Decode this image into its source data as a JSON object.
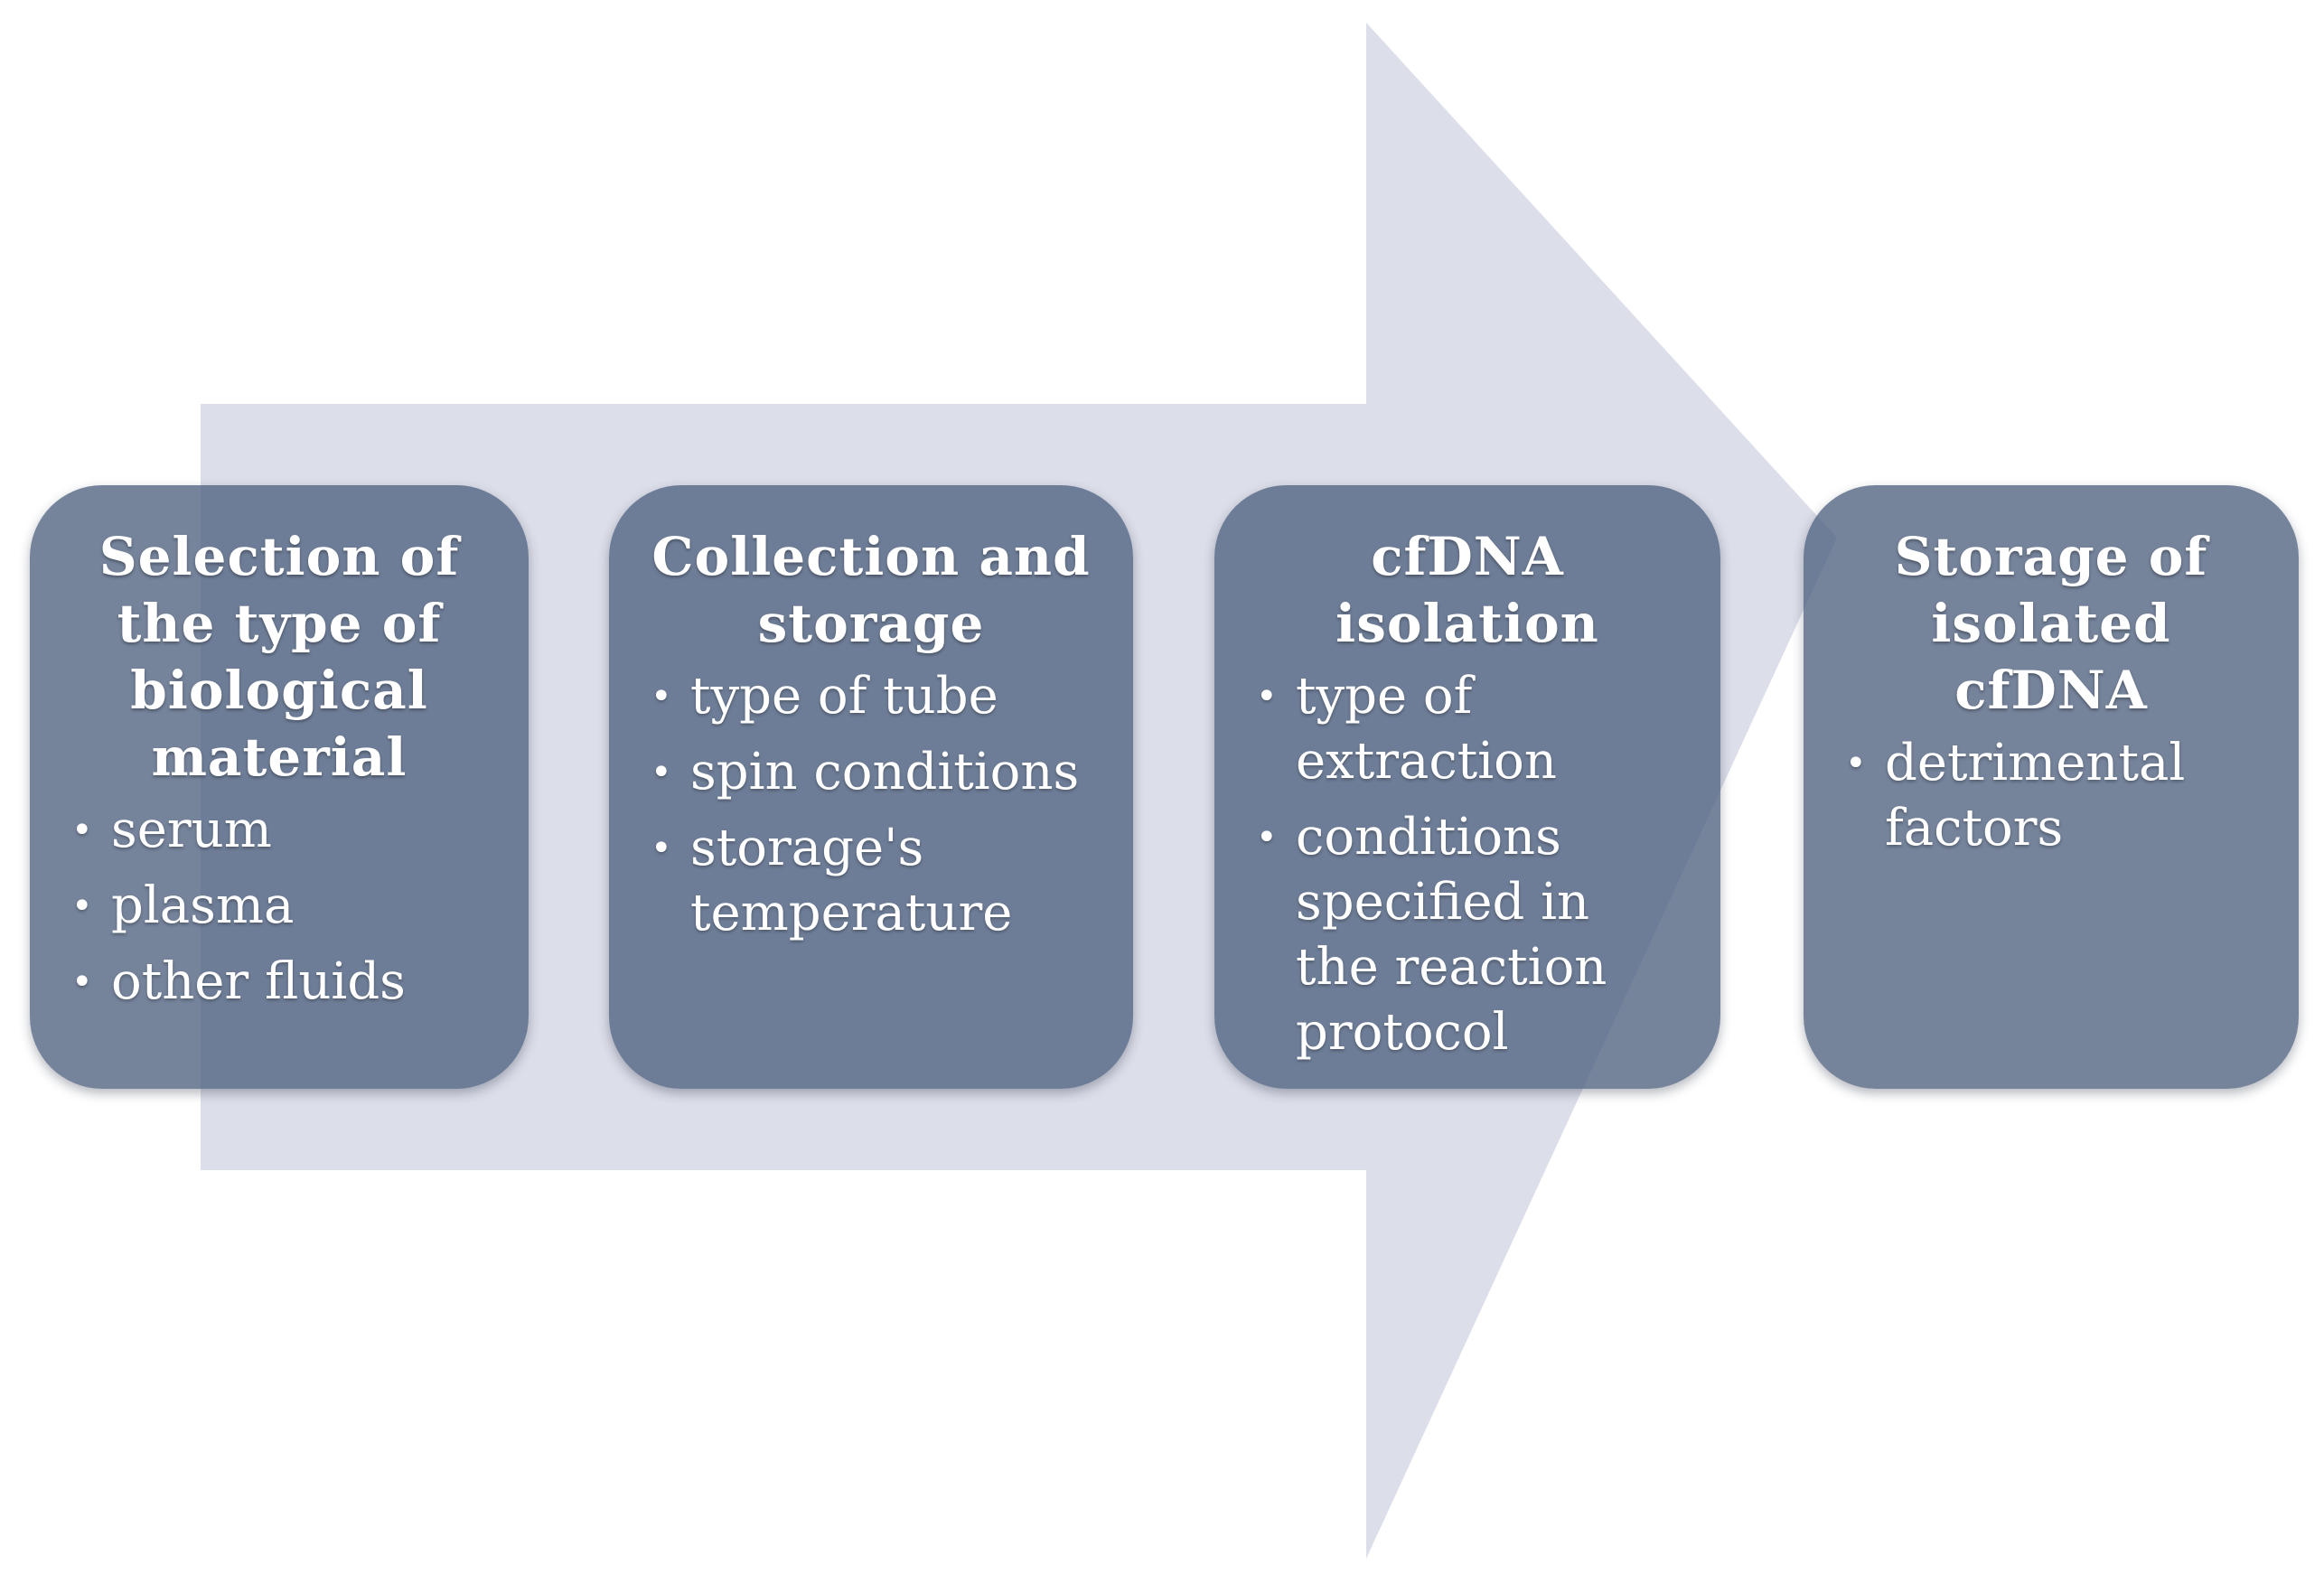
{
  "colors": {
    "arrow_fill": "#dcdee9",
    "box_fill": "#526482",
    "text": "#ffffff"
  },
  "steps": [
    {
      "title": "Selection of the type of biological material",
      "items": [
        "serum",
        "plasma",
        "other fluids"
      ]
    },
    {
      "title": "Collection and storage",
      "items": [
        "type of tube",
        "spin conditions",
        "storage's temperature"
      ]
    },
    {
      "title": "cfDNA isolation",
      "items": [
        "type of extraction",
        "conditions specified in the reaction protocol"
      ]
    },
    {
      "title": "Storage of isolated cfDNA",
      "items": [
        "detrimental factors"
      ]
    }
  ]
}
